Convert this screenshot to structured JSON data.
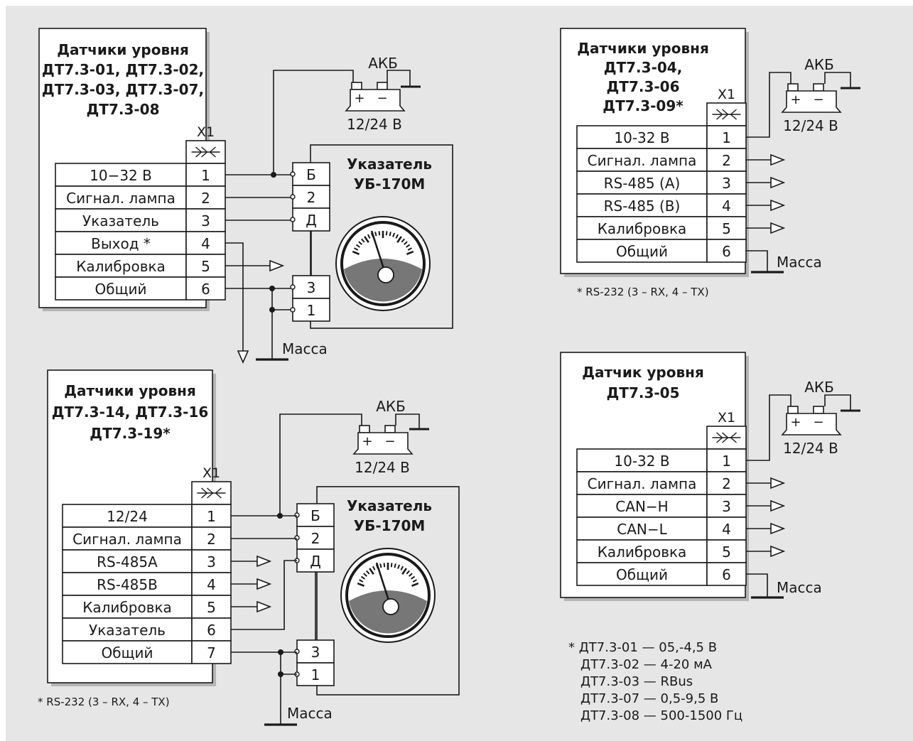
{
  "diagrams": {
    "d1": {
      "title": [
        "Датчики уровня",
        "ДТ7.3-01, ДТ7.3-02,",
        "ДТ7.3-03, ДТ7.3-07,",
        "ДТ7.3-08"
      ],
      "connector": "X1",
      "pins": [
        {
          "label": "10−32 В",
          "num": "1"
        },
        {
          "label": "Сигнал. лампа",
          "num": "2"
        },
        {
          "label": "Указатель",
          "num": "3"
        },
        {
          "label": "Выход *",
          "num": "4"
        },
        {
          "label": "Калибровка",
          "num": "5"
        },
        {
          "label": "Общий",
          "num": "6"
        }
      ],
      "battery": {
        "label": "АКБ",
        "voltage": "12/24 В",
        "plus": "+",
        "minus": "−"
      },
      "indicator": {
        "title": [
          "Указатель",
          "УБ-170М"
        ],
        "terminals": [
          "Б",
          "2",
          "Д"
        ],
        "bottom_terminals": [
          "3",
          "1"
        ]
      },
      "ground": "Масса"
    },
    "d2": {
      "title": [
        "Датчики уровня",
        "ДТ7.3-04,",
        "ДТ7.3-06",
        "ДТ7.3-09*"
      ],
      "connector": "X1",
      "pins": [
        {
          "label": "10-32 В",
          "num": "1"
        },
        {
          "label": "Сигнал. лампа",
          "num": "2"
        },
        {
          "label": "RS-485 (A)",
          "num": "3"
        },
        {
          "label": "RS-485 (B)",
          "num": "4"
        },
        {
          "label": "Калибровка",
          "num": "5"
        },
        {
          "label": "Общий",
          "num": "6"
        }
      ],
      "battery": {
        "label": "АКБ",
        "voltage": "12/24 В",
        "plus": "+",
        "minus": "−"
      },
      "ground": "Масса",
      "footnote": "* RS-232 (3 – RX, 4 – TX)"
    },
    "d3": {
      "title": [
        "Датчики уровня",
        "ДТ7.3-14, ДТ7.3-16",
        "ДТ7.3-19*"
      ],
      "connector": "X1",
      "pins": [
        {
          "label": "12/24",
          "num": "1"
        },
        {
          "label": "Сигнал. лампа",
          "num": "2"
        },
        {
          "label": "RS-485A",
          "num": "3"
        },
        {
          "label": "RS-485B",
          "num": "4"
        },
        {
          "label": "Калибровка",
          "num": "5"
        },
        {
          "label": "Указатель",
          "num": "6"
        },
        {
          "label": "Общий",
          "num": "7"
        }
      ],
      "battery": {
        "label": "АКБ",
        "voltage": "12/24 В",
        "plus": "+",
        "minus": "−"
      },
      "indicator": {
        "title": [
          "Указатель",
          "УБ-170М"
        ],
        "terminals": [
          "Б",
          "2",
          "Д"
        ],
        "bottom_terminals": [
          "3",
          "1"
        ]
      },
      "ground": "Масса",
      "footnote": "* RS-232 (3 – RX, 4 – TX)"
    },
    "d4": {
      "title": [
        "Датчик уровня",
        "ДТ7.3-05"
      ],
      "connector": "X1",
      "pins": [
        {
          "label": "10-32 В",
          "num": "1"
        },
        {
          "label": "Сигнал. лампа",
          "num": "2"
        },
        {
          "label": "CAN−H",
          "num": "3"
        },
        {
          "label": "CAN−L",
          "num": "4"
        },
        {
          "label": "Калибровка",
          "num": "5"
        },
        {
          "label": "Общий",
          "num": "6"
        }
      ],
      "battery": {
        "label": "АКБ",
        "voltage": "12/24 В",
        "plus": "+",
        "minus": "−"
      },
      "ground": "Масса"
    }
  },
  "legend": [
    "* ДТ7.3-01 — 05,-4,5 В",
    "ДТ7.3-02 — 4-20 мА",
    "ДТ7.3-03 — RBus",
    "ДТ7.3-07 — 0,5-9,5 В",
    "ДТ7.3-08 — 500-1500 Гц"
  ]
}
